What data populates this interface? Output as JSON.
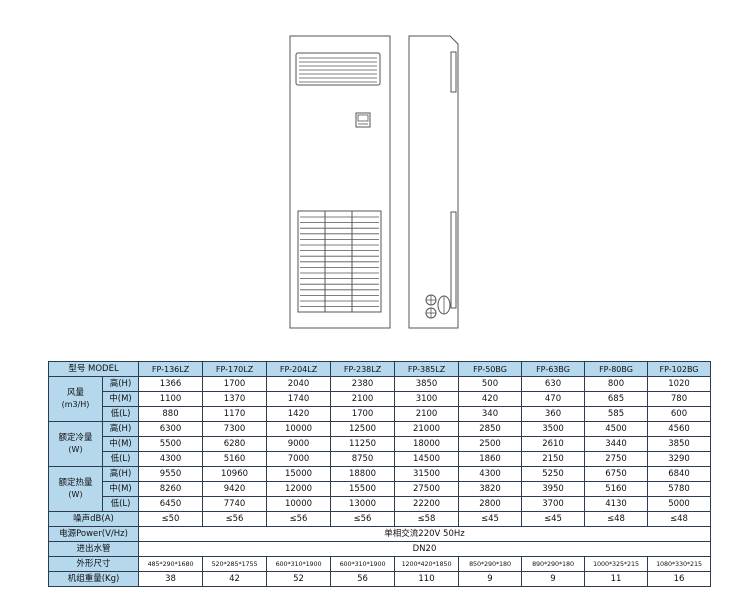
{
  "table": {
    "header": {
      "model_label": "型号 MODEL",
      "models": [
        "FP-136LZ",
        "FP-170LZ",
        "FP-204LZ",
        "FP-238LZ",
        "FP-385LZ",
        "FP-50BG",
        "FP-63BG",
        "FP-80BG",
        "FP-102BG"
      ]
    },
    "groups": [
      {
        "label": "风量",
        "unit": "(m3/H)",
        "rows": [
          {
            "level": "高(H)",
            "values": [
              "1366",
              "1700",
              "2040",
              "2380",
              "3850",
              "500",
              "630",
              "800",
              "1020"
            ]
          },
          {
            "level": "中(M)",
            "values": [
              "1100",
              "1370",
              "1740",
              "2100",
              "3100",
              "420",
              "470",
              "685",
              "780"
            ]
          },
          {
            "level": "低(L)",
            "values": [
              "880",
              "1170",
              "1420",
              "1700",
              "2100",
              "340",
              "360",
              "585",
              "600"
            ]
          }
        ]
      },
      {
        "label": "额定冷量",
        "unit": "(W)",
        "rows": [
          {
            "level": "高(H)",
            "values": [
              "6300",
              "7300",
              "10000",
              "12500",
              "21000",
              "2850",
              "3500",
              "4500",
              "4560"
            ]
          },
          {
            "level": "中(M)",
            "values": [
              "5500",
              "6280",
              "9000",
              "11250",
              "18000",
              "2500",
              "2610",
              "3440",
              "3850"
            ]
          },
          {
            "level": "低(L)",
            "values": [
              "4300",
              "5160",
              "7000",
              "8750",
              "14500",
              "1860",
              "2150",
              "2750",
              "3290"
            ]
          }
        ]
      },
      {
        "label": "额定热量",
        "unit": "(W)",
        "rows": [
          {
            "level": "高(H)",
            "values": [
              "9550",
              "10960",
              "15000",
              "18800",
              "31500",
              "4300",
              "5250",
              "6750",
              "6840"
            ]
          },
          {
            "level": "中(M)",
            "values": [
              "8260",
              "9420",
              "12000",
              "15500",
              "27500",
              "3820",
              "3950",
              "5160",
              "5780"
            ]
          },
          {
            "level": "低(L)",
            "values": [
              "6450",
              "7740",
              "10000",
              "13000",
              "22200",
              "2800",
              "3700",
              "4130",
              "5000"
            ]
          }
        ]
      }
    ],
    "noise": {
      "label": "噪声dB(A)",
      "values": [
        "≤50",
        "≤56",
        "≤56",
        "≤56",
        "≤58",
        "≤45",
        "≤45",
        "≤48",
        "≤48"
      ]
    },
    "power": {
      "label": "电源Power(V/Hz)",
      "value": "单相交流220V 50Hz"
    },
    "pipe": {
      "label": "进出水管",
      "value": "DN20"
    },
    "dimensions": {
      "label": "外形尺寸",
      "values": [
        "485*290*1680",
        "520*285*1755",
        "600*310*1900",
        "600*310*1900",
        "1200*420*1850",
        "850*290*180",
        "890*290*180",
        "1000*325*215",
        "1080*330*215"
      ]
    },
    "weight": {
      "label": "机组重量(Kg)",
      "values": [
        "38",
        "42",
        "52",
        "56",
        "110",
        "9",
        "9",
        "11",
        "16"
      ]
    }
  },
  "colors": {
    "label_bg": "#b5d8ec",
    "border": "#2c3c52",
    "line": "#555555"
  }
}
